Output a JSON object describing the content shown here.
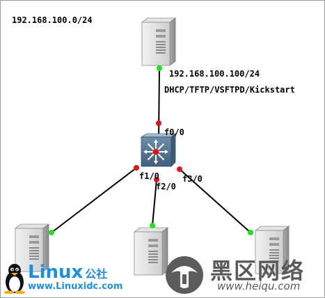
{
  "diagram": {
    "subnet_label": "192.168.100.0/24",
    "server_ip_label": "192.168.100.100/24",
    "server_services_label": "DHCP/TFTP/VSFTPD/Kickstart",
    "ports": {
      "f0": "f0/0",
      "f1": "f1/0",
      "f2": "f2/0",
      "f3": "f3/0"
    },
    "colors": {
      "link": "#000000",
      "port_up": "#22e01e",
      "port_switch": "#e8121c",
      "switch_body": "#5d7f9e"
    },
    "icons": [
      "server-icon",
      "layer3-switch-icon",
      "client-pc-icon"
    ]
  },
  "watermarks": {
    "linux_brand": "Linux",
    "linux_cn": "公社",
    "linux_url": "www.Linuxidc.com",
    "heiqu_cn": "黑区网络",
    "heiqu_url": "www.heiqu.com"
  }
}
